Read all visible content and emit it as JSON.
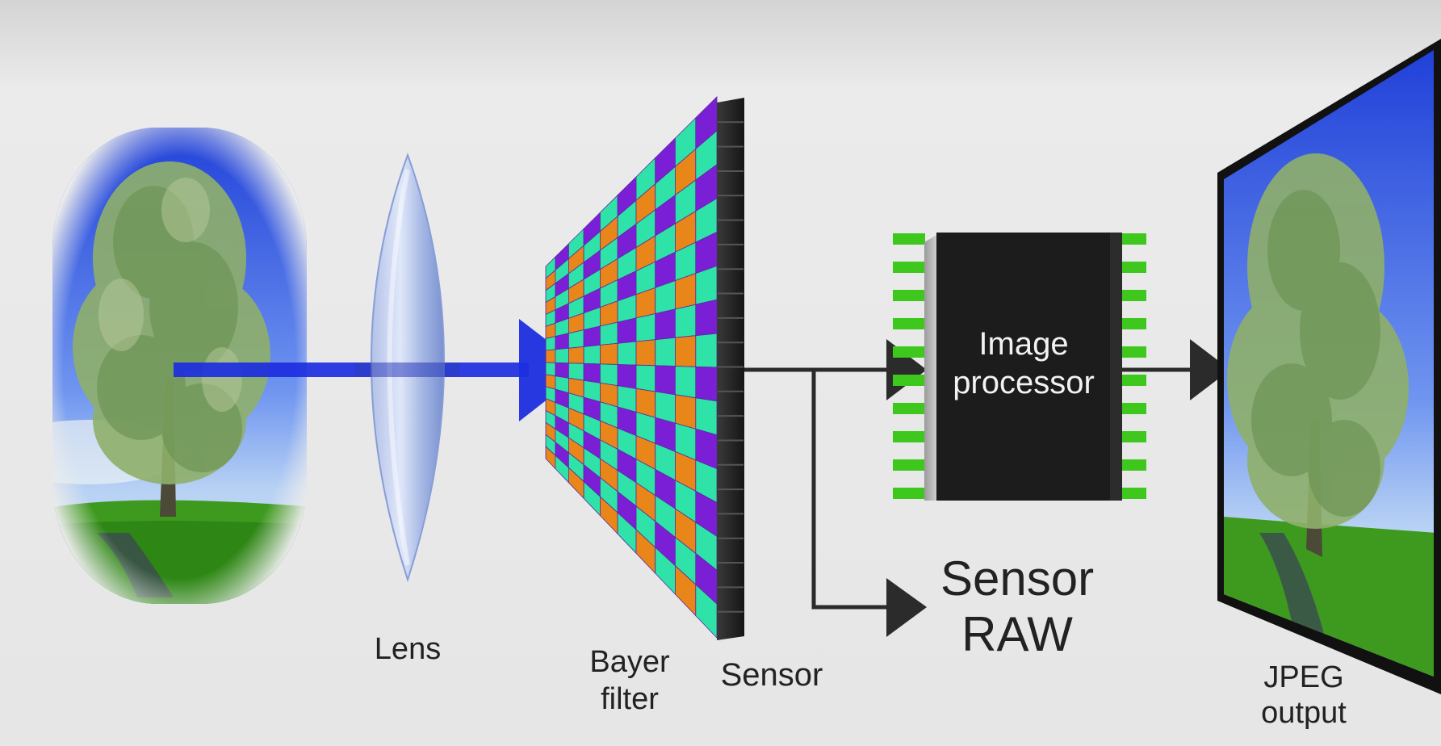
{
  "labels": {
    "lens": "Lens",
    "bayer_filter": "Bayer\nfilter",
    "sensor": "Sensor",
    "image_processor": "Image\nprocessor",
    "sensor_raw": "Sensor\nRAW",
    "jpeg_output": "JPEG\noutput"
  },
  "colors": {
    "background": "#ececec",
    "light_beam": "#1c2ee0",
    "bayer_green": "#2fe2a8",
    "bayer_purple": "#7b1fd6",
    "bayer_orange": "#e8861a",
    "sensor_body": "#2a2a2a",
    "chip_body": "#1c1c1c",
    "chip_pins": "#3ec81e",
    "arrow": "#2b2b2b"
  }
}
